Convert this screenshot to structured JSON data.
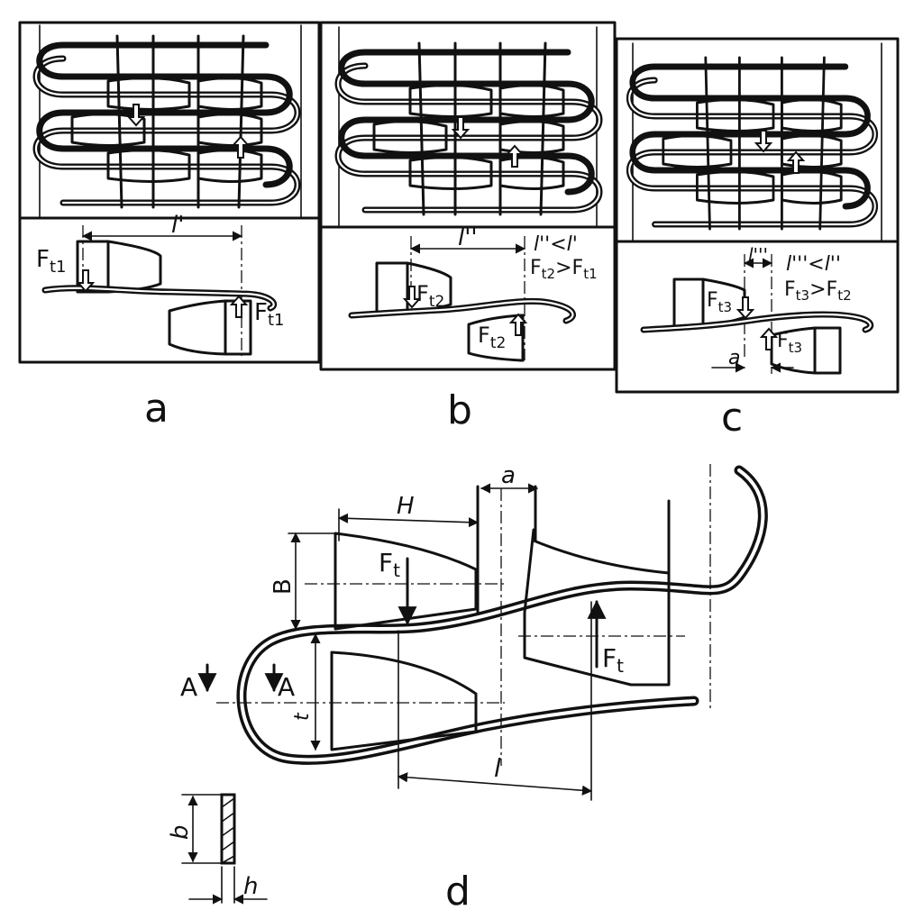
{
  "panels": {
    "a": {
      "label": "a",
      "length": "l'",
      "force": "F",
      "force_sub": "t1"
    },
    "b": {
      "label": "b",
      "length": "l''",
      "force": "F",
      "force_sub": "t2",
      "cond1": "l''<l'",
      "cond2_left": "F",
      "cond2_left_sub": "t2",
      "cond2_op": ">",
      "cond2_right": "F",
      "cond2_right_sub": "t1"
    },
    "c": {
      "label": "c",
      "length": "l'''",
      "force": "F",
      "force_sub": "t3",
      "gap": "a",
      "cond1": "l'''<l''",
      "cond2_left": "F",
      "cond2_left_sub": "t3",
      "cond2_op": ">",
      "cond2_right": "F",
      "cond2_right_sub": "t2"
    }
  },
  "detail": {
    "label": "d",
    "dim_H": "H",
    "dim_B": "B",
    "dim_a": "a",
    "dim_l": "l",
    "dim_t": "t",
    "section_mark": "A",
    "force": "F",
    "force_sub": "t",
    "section_b": "b",
    "section_h": "h"
  },
  "colors": {
    "ink": "#111111",
    "paper": "#ffffff"
  }
}
